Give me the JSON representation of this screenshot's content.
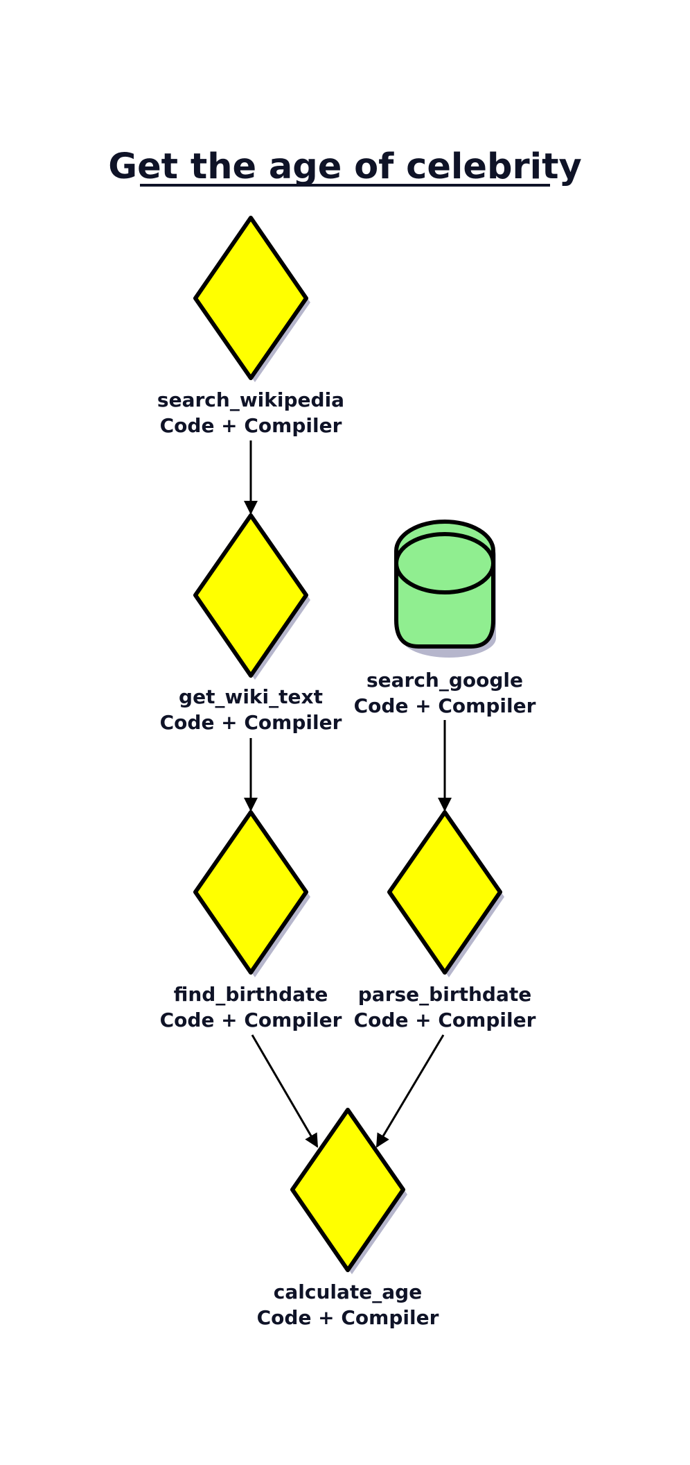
{
  "title": "Get the age of celebrity",
  "colors": {
    "function": "#ffff00",
    "datastore": "#90ee90",
    "outline": "#000000",
    "shadow": "#b6b6cc",
    "text": "#0f1327"
  },
  "nodes": [
    {
      "id": "search_wikipedia",
      "shape": "diamond",
      "name": "search_wikipedia",
      "subtitle": "Code + Compiler"
    },
    {
      "id": "get_wiki_text",
      "shape": "diamond",
      "name": "get_wiki_text",
      "subtitle": "Code + Compiler"
    },
    {
      "id": "search_google",
      "shape": "cylinder",
      "name": "search_google",
      "subtitle": "Code + Compiler"
    },
    {
      "id": "find_birthdate",
      "shape": "diamond",
      "name": "find_birthdate",
      "subtitle": "Code + Compiler"
    },
    {
      "id": "parse_birthdate",
      "shape": "diamond",
      "name": "parse_birthdate",
      "subtitle": "Code + Compiler"
    },
    {
      "id": "calculate_age",
      "shape": "diamond",
      "name": "calculate_age",
      "subtitle": "Code + Compiler"
    }
  ],
  "edges": [
    {
      "from": "search_wikipedia",
      "to": "get_wiki_text"
    },
    {
      "from": "get_wiki_text",
      "to": "find_birthdate"
    },
    {
      "from": "search_google",
      "to": "parse_birthdate"
    },
    {
      "from": "find_birthdate",
      "to": "calculate_age"
    },
    {
      "from": "parse_birthdate",
      "to": "calculate_age"
    }
  ]
}
